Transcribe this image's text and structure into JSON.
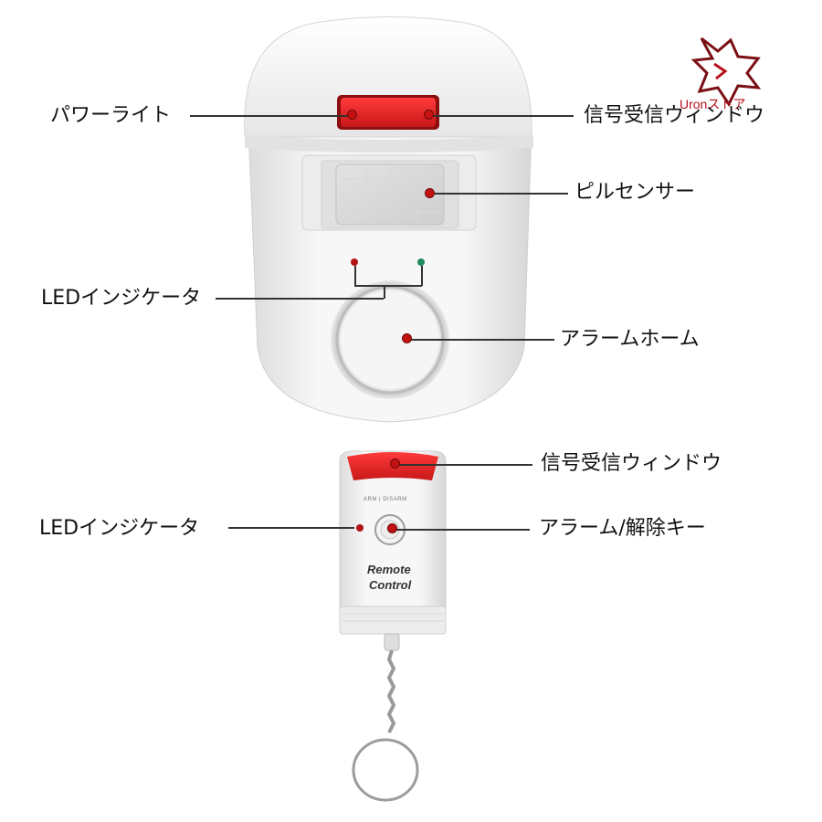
{
  "brand": {
    "store_name": "Uronストア"
  },
  "main_unit": {
    "labels": {
      "power_light": "パワーライト",
      "signal_window": "信号受信ウィンドウ",
      "pir_sensor": "ピルセンサー",
      "led_indicator": "LEDインジケータ",
      "alarm_horn": "アラームホーム"
    }
  },
  "remote": {
    "labels": {
      "signal_window": "信号受信ウィンドウ",
      "led_indicator": "LEDインジケータ",
      "arm_disarm_key": "アラーム/解除キー"
    },
    "body_text_line1": "Remote",
    "body_text_line2": "Control",
    "button_caption": "ARM  |  DISARM"
  },
  "colors": {
    "accent_red": "#c41212",
    "red_window": "#e0242a",
    "body_white": "#f4f4f4",
    "led_green": "#1f8a5b"
  }
}
